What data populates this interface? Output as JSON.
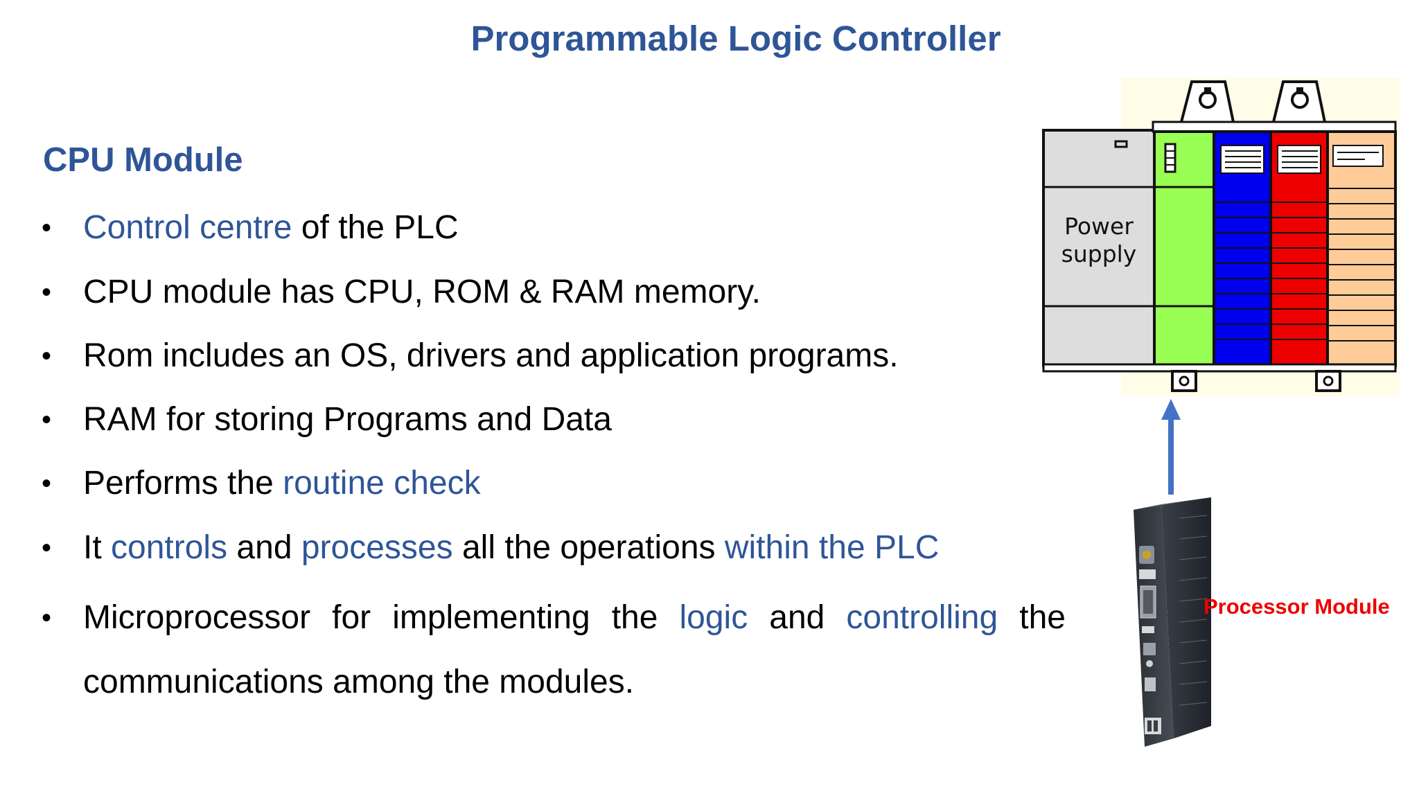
{
  "title": "Programmable Logic Controller",
  "section_heading": "CPU Module",
  "bullet_glyph": "•",
  "bullets": [
    {
      "parts": [
        {
          "text": "Control centre",
          "highlight": true
        },
        {
          "text": " of the PLC",
          "highlight": false
        }
      ]
    },
    {
      "parts": [
        {
          "text": "CPU module has CPU, ROM & RAM memory.",
          "highlight": false
        }
      ]
    },
    {
      "parts": [
        {
          "text": "Rom includes an OS, drivers and application programs.",
          "highlight": false
        }
      ]
    },
    {
      "parts": [
        {
          "text": "RAM for storing Programs and Data",
          "highlight": false
        }
      ]
    },
    {
      "parts": [
        {
          "text": "Performs the ",
          "highlight": false
        },
        {
          "text": "routine check",
          "highlight": true
        }
      ]
    },
    {
      "parts": [
        {
          "text": "It ",
          "highlight": false
        },
        {
          "text": "controls",
          "highlight": true
        },
        {
          "text": " and ",
          "highlight": false
        },
        {
          "text": "processes",
          "highlight": true
        },
        {
          "text": " all the operations ",
          "highlight": false
        },
        {
          "text": "within the PLC",
          "highlight": true
        }
      ]
    },
    {
      "lines": [
        {
          "words": [
            {
              "text": "Microprocessor",
              "highlight": false
            },
            {
              "text": "for",
              "highlight": false
            },
            {
              "text": "implementing",
              "highlight": false
            },
            {
              "text": "the",
              "highlight": false
            },
            {
              "text": "logic",
              "highlight": true
            },
            {
              "text": "and",
              "highlight": false
            },
            {
              "text": "controlling",
              "highlight": true
            },
            {
              "text": "the",
              "highlight": false
            }
          ]
        },
        {
          "words": [
            {
              "text": "communications among the modules.",
              "highlight": false
            }
          ]
        }
      ]
    }
  ],
  "plc_rack": {
    "power_supply_label_line1": "Power",
    "power_supply_label_line2": "supply",
    "module_colors": [
      "#99FF55",
      "#0000EE",
      "#EE0000",
      "#FFCC99"
    ],
    "ps_color": "#DDDDDD"
  },
  "processor_module_label": "Processor Module",
  "colors": {
    "accent": "#2F5597",
    "processor_label": "#EE0000",
    "arrow": "#4472C4"
  }
}
